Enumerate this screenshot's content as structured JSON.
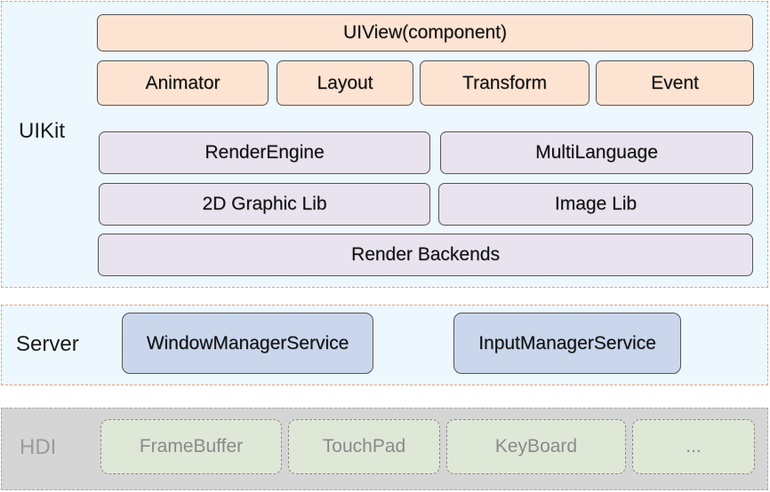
{
  "layers": {
    "uikit": {
      "label": "UIKit",
      "component": "UIView(component)",
      "modules": [
        "Animator",
        "Layout",
        "Transform",
        "Event"
      ],
      "render_engine": "RenderEngine",
      "multi_language": "MultiLanguage",
      "graphic_lib": "2D Graphic Lib",
      "image_lib": "Image Lib",
      "render_backends": "Render Backends"
    },
    "server": {
      "label": "Server",
      "window_manager": "WindowManagerService",
      "input_manager": "InputManagerService"
    },
    "hdi": {
      "label": "HDI",
      "items": [
        "FrameBuffer",
        "TouchPad",
        "KeyBoard",
        "..."
      ]
    }
  },
  "colors": {
    "layer_fill": "#ecf8fd",
    "layer_border": "#e4a27e",
    "peach": "#fce3d2",
    "purple": "#e8e3ee",
    "blue": "#c9d6ec",
    "hdi_fill": "#d5d5d5",
    "hdi_box": "#dfe7d7"
  }
}
